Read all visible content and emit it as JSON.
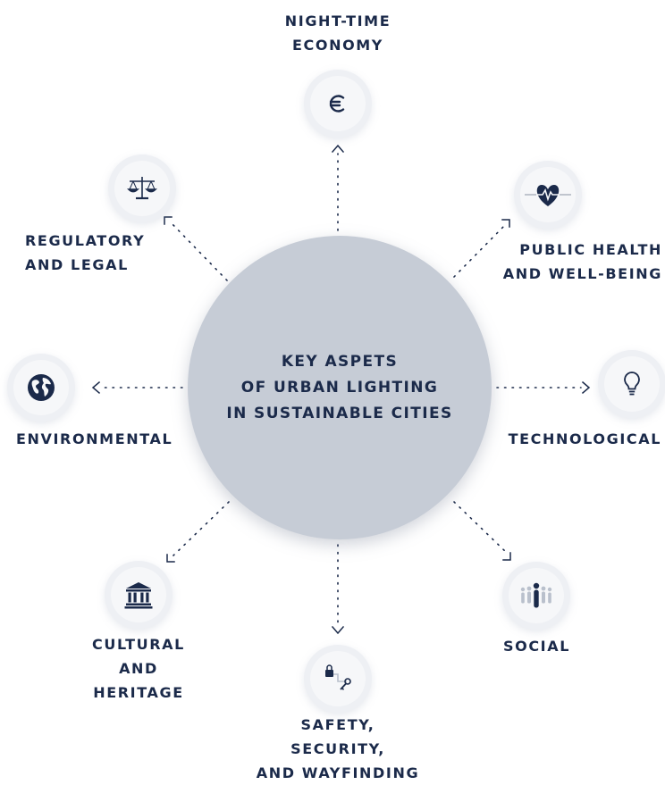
{
  "center": {
    "lines": [
      "KEY ASPETS",
      "OF URBAN LIGHTING",
      "IN SUSTAINABLE CITIES"
    ]
  },
  "aspects": [
    {
      "id": "night-time-economy",
      "icon": "euro-icon",
      "lines": [
        "NIGHT-TIME",
        "ECONOMY"
      ]
    },
    {
      "id": "public-health",
      "icon": "heart-pulse-icon",
      "lines": [
        "PUBLIC HEALTH",
        "AND WELL-BEING"
      ]
    },
    {
      "id": "technological",
      "icon": "lightbulb-icon",
      "lines": [
        "TECHNOLOGICAL"
      ]
    },
    {
      "id": "social",
      "icon": "people-icon",
      "lines": [
        "SOCIAL"
      ]
    },
    {
      "id": "safety",
      "icon": "lock-key-path-icon",
      "lines": [
        "SAFETY,",
        "SECURITY,",
        "AND WAYFINDING"
      ]
    },
    {
      "id": "cultural",
      "icon": "museum-icon",
      "lines": [
        "CULTURAL",
        "AND",
        "HERITAGE"
      ]
    },
    {
      "id": "environmental",
      "icon": "globe-icon",
      "lines": [
        "ENVIRONMENTAL"
      ]
    },
    {
      "id": "regulatory",
      "icon": "scales-icon",
      "lines": [
        "REGULATORY",
        "AND LEGAL"
      ]
    }
  ],
  "colors": {
    "navy": "#1b2a4a",
    "center_fill": "#c6ccd6",
    "icon_fill": "#f6f7f9"
  }
}
